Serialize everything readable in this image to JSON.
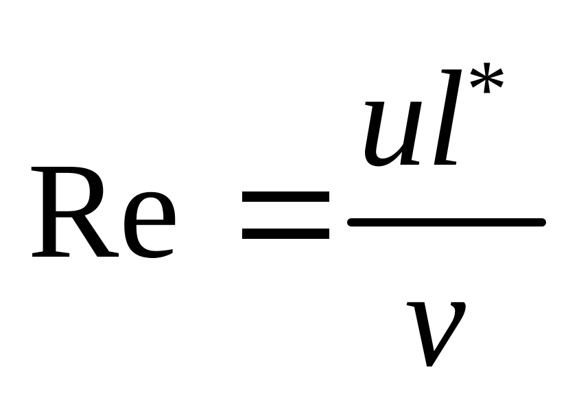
{
  "formula": {
    "lhs": "Re",
    "operator": "=",
    "numerator": {
      "base": "ul",
      "superscript": "*"
    },
    "denominator": "ν"
  }
}
